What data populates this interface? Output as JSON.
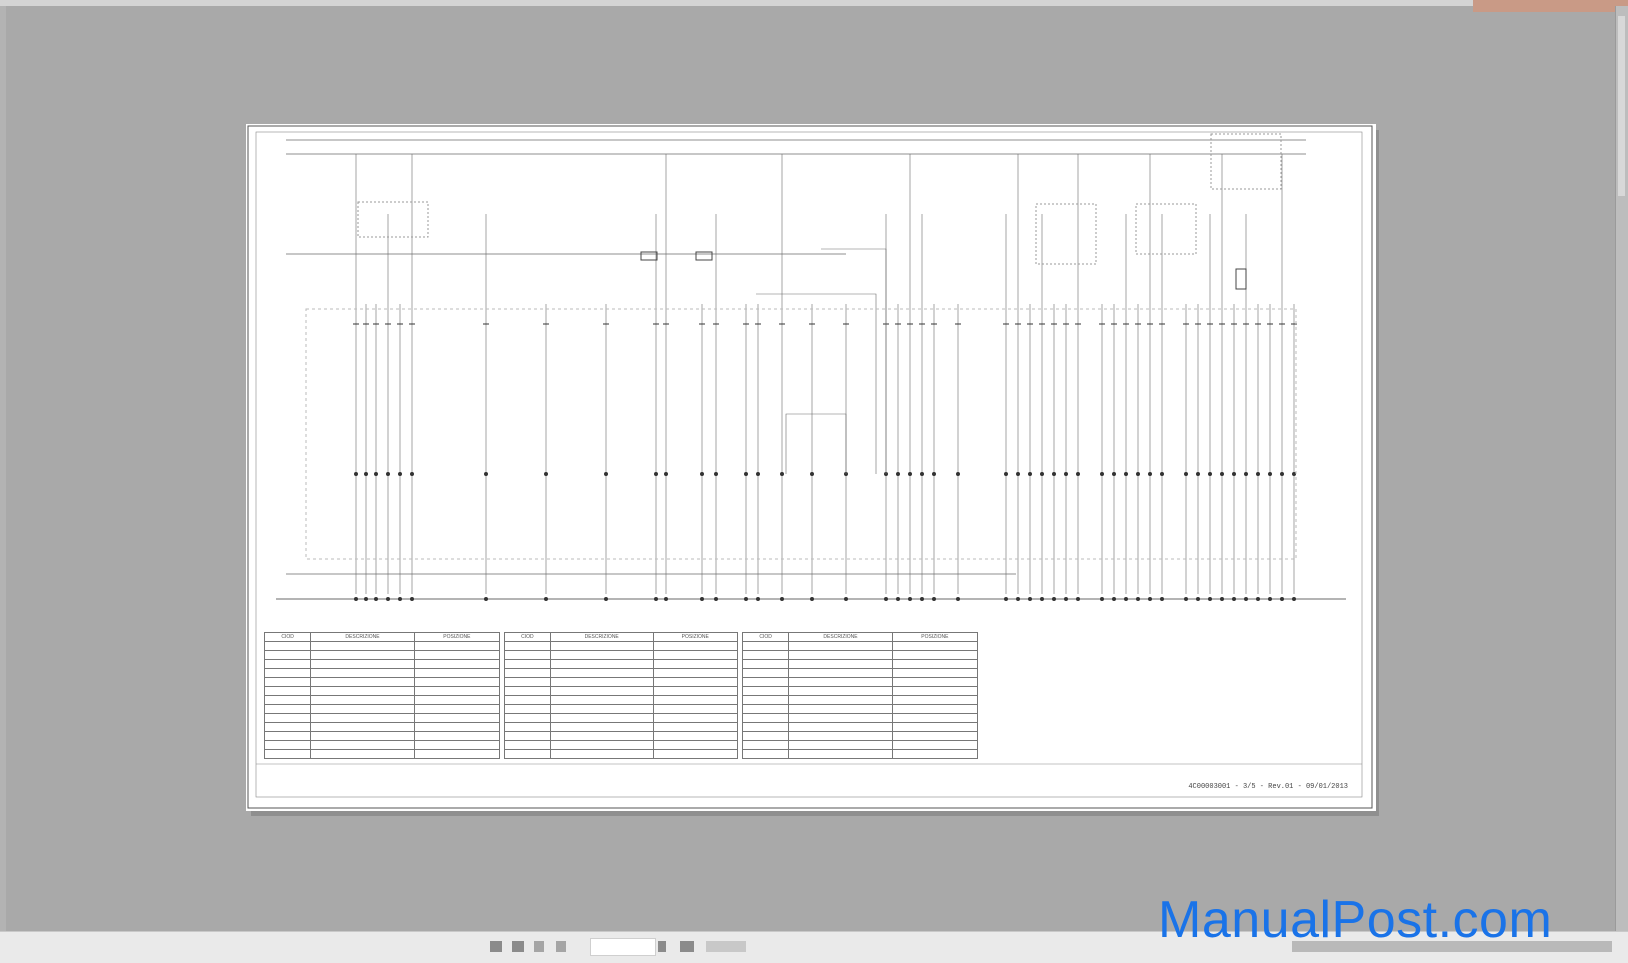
{
  "document": {
    "title_block": "4C00003001 - 3/5 - Rev.01 - 09/01/2013",
    "legend_headers": [
      "CIOD",
      "DESCRIZIONE",
      "POSIZIONE"
    ]
  },
  "watermark": "ManualPost.com",
  "colors": {
    "background": "#a9a9a9",
    "watermark": "#1a73e8",
    "page": "#ffffff"
  }
}
